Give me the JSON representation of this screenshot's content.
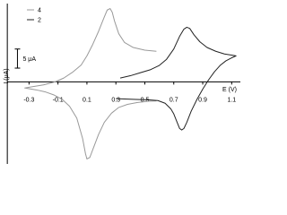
{
  "chart_data": {
    "type": "line",
    "title": "",
    "xlabel": "E (V)",
    "ylabel": "I (μA)",
    "xlim": [
      -0.42,
      1.16
    ],
    "ylim": [
      -21.5,
      20.5
    ],
    "x_ticks": [
      {
        "value": -0.3,
        "label": "-0.3"
      },
      {
        "value": -0.1,
        "label": "-0.1"
      },
      {
        "value": 0.1,
        "label": "0.1"
      },
      {
        "value": 0.3,
        "label": "0.3"
      },
      {
        "value": 0.5,
        "label": "0.5"
      },
      {
        "value": 0.7,
        "label": "0.7"
      },
      {
        "value": 0.9,
        "label": "0.9"
      },
      {
        "value": 1.1,
        "label": "1.1"
      }
    ],
    "y_axis_at_x": -0.45,
    "x_axis_at_y": 0,
    "scale_bar": {
      "label": "5 μA",
      "value": 5,
      "x": -0.38,
      "y_bottom": 3.6
    },
    "legend": {
      "placement": "top-left"
    },
    "series": [
      {
        "name": "4",
        "color": "#999999",
        "points": [
          [
            0.58,
            8.0
          ],
          [
            0.5,
            8.3
          ],
          [
            0.42,
            9.0
          ],
          [
            0.36,
            10.3
          ],
          [
            0.32,
            12.6
          ],
          [
            0.29,
            16.0
          ],
          [
            0.275,
            18.2
          ],
          [
            0.26,
            19.2
          ],
          [
            0.24,
            18.8
          ],
          [
            0.22,
            17.0
          ],
          [
            0.18,
            13.2
          ],
          [
            0.14,
            9.8
          ],
          [
            0.1,
            6.8
          ],
          [
            0.06,
            4.4
          ],
          [
            0.0,
            2.5
          ],
          [
            -0.06,
            1.0
          ],
          [
            -0.12,
            0.0
          ],
          [
            -0.2,
            -0.8
          ],
          [
            -0.28,
            -1.3
          ],
          [
            -0.33,
            -1.6
          ],
          [
            -0.3,
            -1.8
          ],
          [
            -0.25,
            -2.1
          ],
          [
            -0.19,
            -2.6
          ],
          [
            -0.13,
            -3.4
          ],
          [
            -0.07,
            -4.6
          ],
          [
            -0.02,
            -6.4
          ],
          [
            0.03,
            -9.5
          ],
          [
            0.07,
            -14.8
          ],
          [
            0.09,
            -18.8
          ],
          [
            0.1,
            -20.2
          ],
          [
            0.12,
            -19.8
          ],
          [
            0.14,
            -17.8
          ],
          [
            0.18,
            -13.8
          ],
          [
            0.22,
            -10.6
          ],
          [
            0.27,
            -8.2
          ],
          [
            0.32,
            -6.7
          ],
          [
            0.38,
            -5.9
          ],
          [
            0.45,
            -5.4
          ],
          [
            0.52,
            -5.1
          ],
          [
            0.58,
            -5.0
          ]
        ]
      },
      {
        "name": "2",
        "color": "#222222",
        "points": [
          [
            0.33,
            1.0
          ],
          [
            0.4,
            1.6
          ],
          [
            0.47,
            2.4
          ],
          [
            0.54,
            3.2
          ],
          [
            0.6,
            4.3
          ],
          [
            0.65,
            5.9
          ],
          [
            0.7,
            8.6
          ],
          [
            0.74,
            11.9
          ],
          [
            0.77,
            13.8
          ],
          [
            0.79,
            14.3
          ],
          [
            0.81,
            14.0
          ],
          [
            0.84,
            12.3
          ],
          [
            0.88,
            10.5
          ],
          [
            0.93,
            9.0
          ],
          [
            0.99,
            8.0
          ],
          [
            1.05,
            7.3
          ],
          [
            1.1,
            7.0
          ],
          [
            1.13,
            6.8
          ],
          [
            1.1,
            6.3
          ],
          [
            1.06,
            5.5
          ],
          [
            1.02,
            4.3
          ],
          [
            0.98,
            2.6
          ],
          [
            0.94,
            0.5
          ],
          [
            0.9,
            -1.9
          ],
          [
            0.86,
            -4.6
          ],
          [
            0.82,
            -7.7
          ],
          [
            0.79,
            -10.6
          ],
          [
            0.77,
            -12.2
          ],
          [
            0.755,
            -12.6
          ],
          [
            0.74,
            -12.2
          ],
          [
            0.72,
            -10.3
          ],
          [
            0.7,
            -8.4
          ],
          [
            0.68,
            -7.1
          ],
          [
            0.64,
            -5.6
          ],
          [
            0.59,
            -4.9
          ],
          [
            0.52,
            -4.7
          ],
          [
            0.44,
            -4.6
          ],
          [
            0.36,
            -4.5
          ],
          [
            0.3,
            -4.4
          ]
        ]
      }
    ]
  }
}
